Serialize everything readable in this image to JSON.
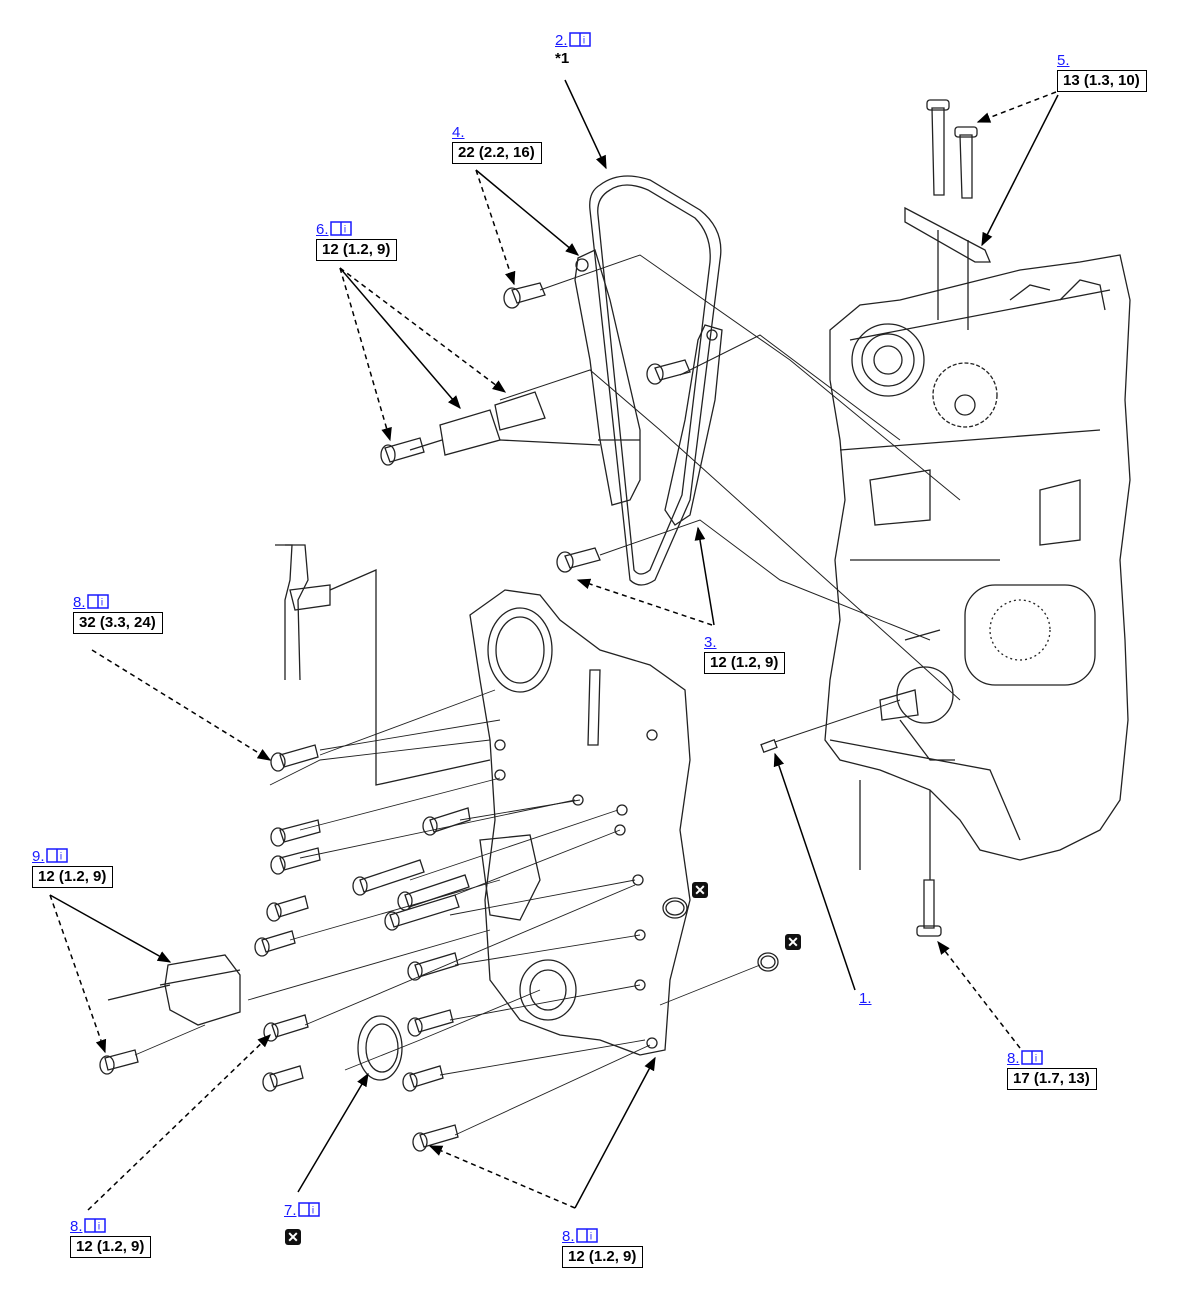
{
  "callouts": [
    {
      "id": "c2",
      "num": "2.",
      "book": true,
      "note": "*1",
      "torque": ""
    },
    {
      "id": "c4",
      "num": "4.",
      "book": false,
      "note": "",
      "torque": "22 (2.2, 16)"
    },
    {
      "id": "c5",
      "num": "5.",
      "book": false,
      "note": "",
      "torque": "13 (1.3, 10)"
    },
    {
      "id": "c6",
      "num": "6.",
      "book": true,
      "note": "",
      "torque": "12 (1.2, 9)"
    },
    {
      "id": "c3",
      "num": "3.",
      "book": false,
      "note": "",
      "torque": "12 (1.2, 9)"
    },
    {
      "id": "c8a",
      "num": "8.",
      "book": true,
      "note": "",
      "torque": "32 (3.3, 24)"
    },
    {
      "id": "c9",
      "num": "9.",
      "book": true,
      "note": "",
      "torque": "12 (1.2, 9)"
    },
    {
      "id": "c8b",
      "num": "8.",
      "book": true,
      "note": "",
      "torque": "17 (1.7, 13)"
    },
    {
      "id": "c8c",
      "num": "8.",
      "book": true,
      "note": "",
      "torque": "12 (1.2, 9)"
    },
    {
      "id": "c7",
      "num": "7.",
      "book": true,
      "note": "",
      "torque": ""
    },
    {
      "id": "c8d",
      "num": "8.",
      "book": true,
      "note": "",
      "torque": "12 (1.2, 9)"
    }
  ],
  "link_1": "1.",
  "non_reusable_icon": "x-box-icon",
  "manual_icon": "book-info-icon"
}
